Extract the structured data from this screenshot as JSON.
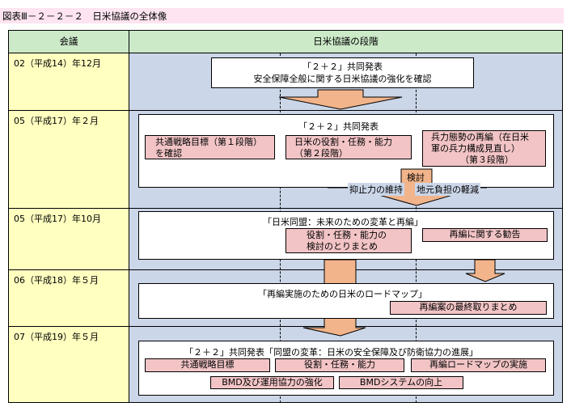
{
  "title": "図表Ⅲ－２－２－２　日米協議の全体像",
  "header": {
    "col1": "会議",
    "col2": "日米協議の段階"
  },
  "rows": [
    {
      "date": "02（平成14）年12月",
      "main_title": "「２＋２」共同発表",
      "main_subtitle": "安全保障全般に関する日米協議の強化を確認"
    },
    {
      "date": "05（平成17）年２月",
      "main_title": "「２＋２」共同発表",
      "items": [
        {
          "line1": "共通戦略目標（第１段階）",
          "line2": "を確認"
        },
        {
          "line1": "日米の役割・任務・能力",
          "line2": "（第２段階）"
        },
        {
          "line1": "兵力態勢の再編（在日米",
          "line2": "軍の兵力構成見直し）",
          "line3": "（第３段階）"
        }
      ],
      "arrow_label": "検討",
      "caption_left": "抑止力の維持",
      "caption_right": "地元負担の軽減"
    },
    {
      "date": "05（平成17）年10月",
      "main_title": "「日米同盟：未来のための変革と再編」",
      "items": [
        {
          "line1": "役割・任務・能力の",
          "line2": "検討のとりまとめ"
        },
        {
          "line1": "再編に関する勧告"
        }
      ]
    },
    {
      "date": "06（平成18）年５月",
      "main_title": "「再編実施のための日米のロードマップ」",
      "items": [
        {
          "line1": "再編案の最終取りまとめ"
        }
      ]
    },
    {
      "date": "07（平成19）年５月",
      "main_title": "「２＋２」共同発表「同盟の変革：日米の安全保障及び防衛協力の進展」",
      "items": [
        {
          "line1": "共通戦略目標"
        },
        {
          "line1": "役割・任務・能力"
        },
        {
          "line1": "再編ロードマップの実施"
        },
        {
          "line1": "BMD及び運用協力の強化"
        },
        {
          "line1": "BMDシステムの向上"
        }
      ]
    }
  ],
  "colors": {
    "title_bg": "#fde4f0",
    "header_bg": "#cce9c8",
    "date_bg": "#ffffc0",
    "stage_bg": "#cbd6e8",
    "item_bg": "#f2c4c6",
    "arrow": "#f2b48a"
  }
}
